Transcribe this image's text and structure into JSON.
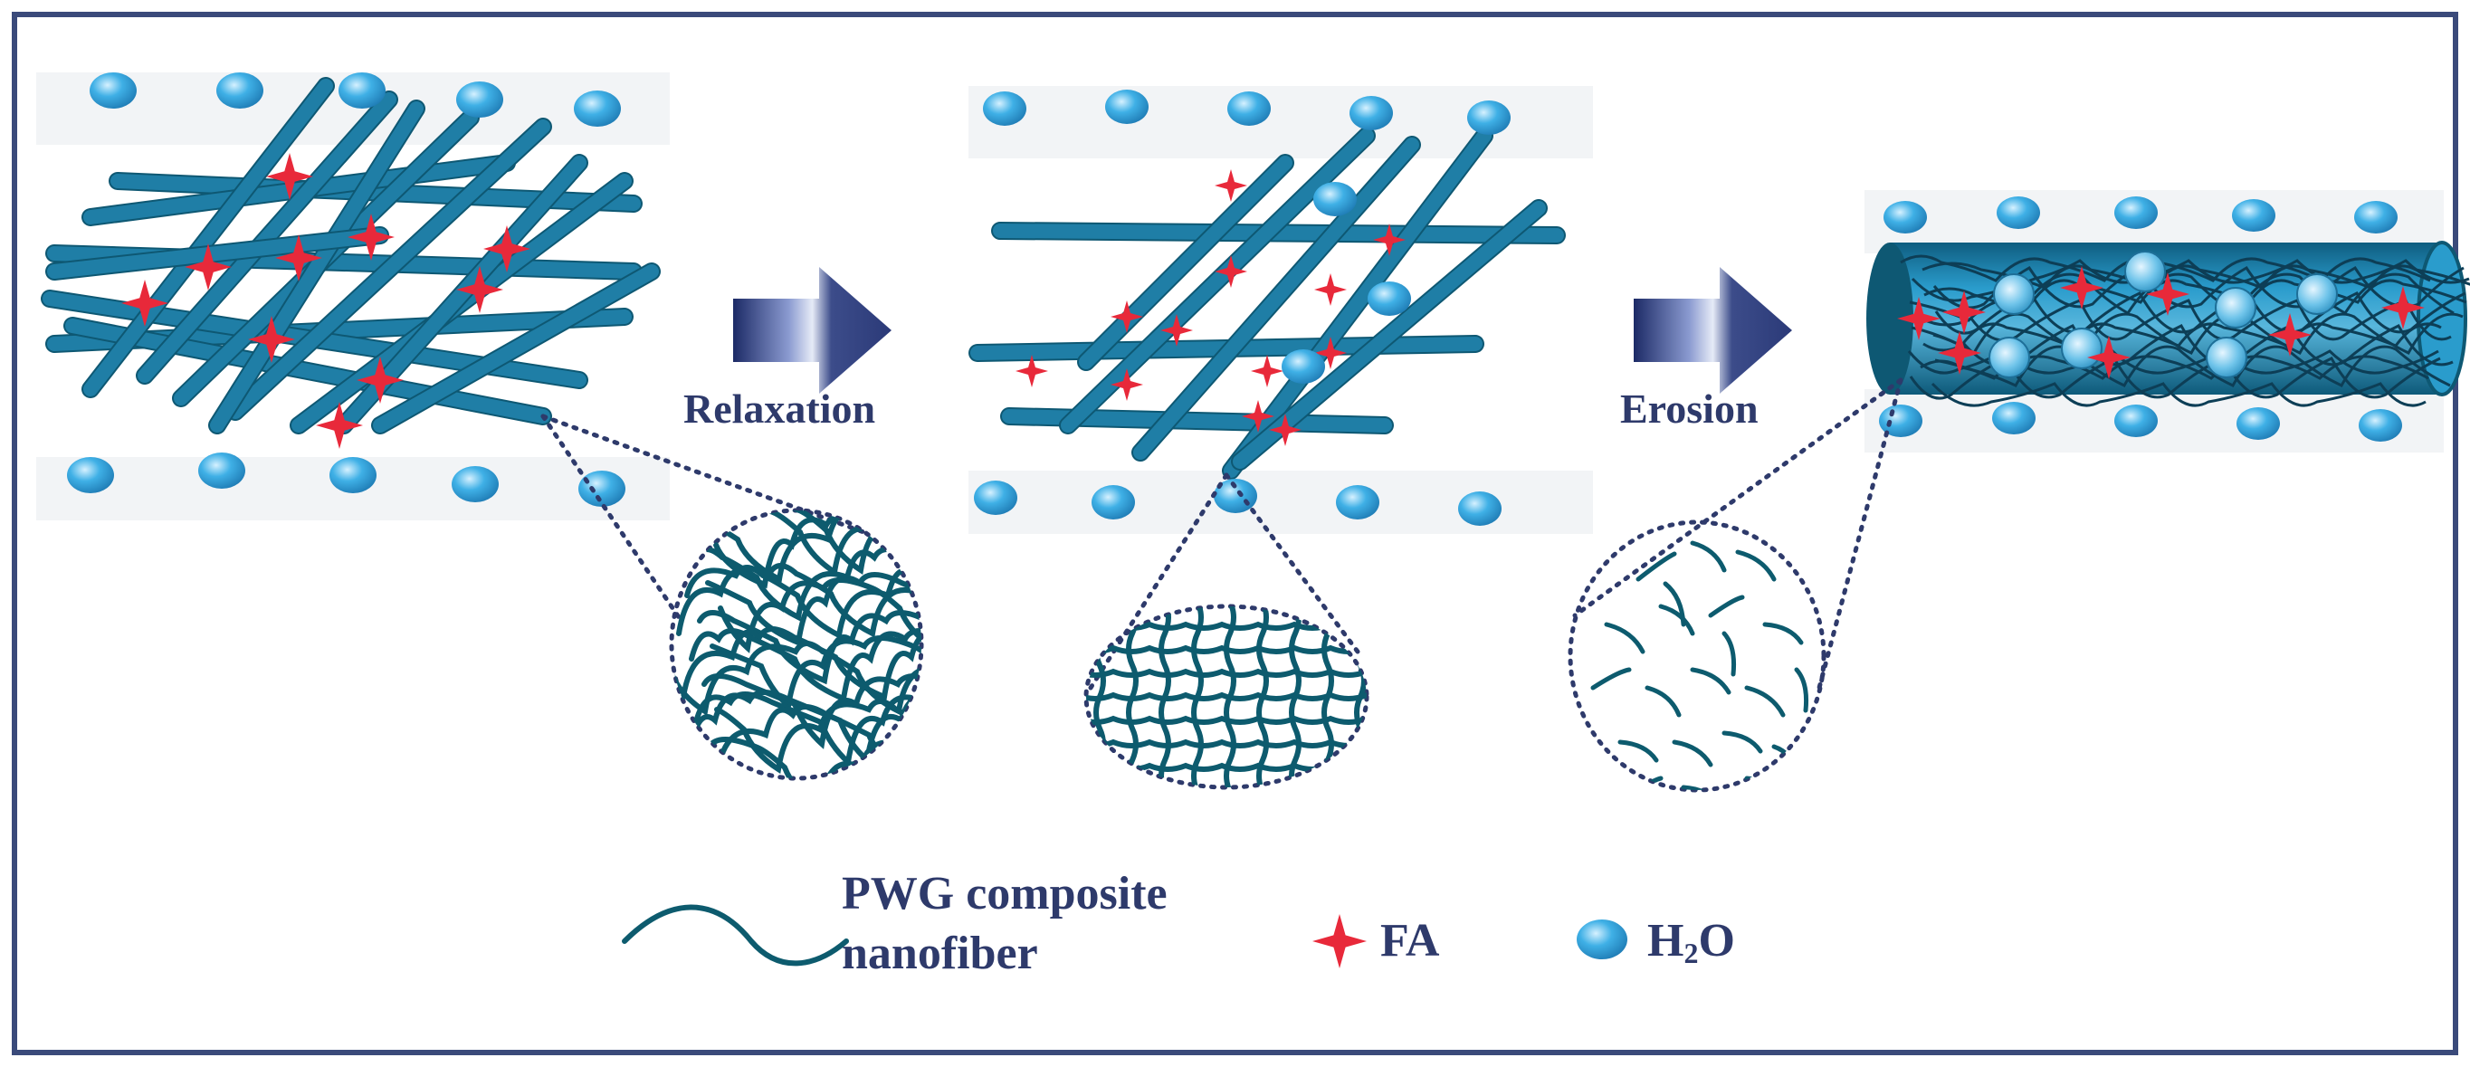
{
  "steps": [
    {
      "label": "Relaxation"
    },
    {
      "label": "Erosion"
    }
  ],
  "legend": {
    "fiber_label_line1": "PWG composite",
    "fiber_label_line2": "nanofiber",
    "fa_label": "FA",
    "water_label_main": "H",
    "water_label_sub": "2",
    "water_label_end": "O"
  },
  "colors": {
    "fiber": "#1f7ea6",
    "fiber_dark": "#0e5873",
    "chain": "#0d5b6e",
    "fa_star": "#e8293a",
    "water": "#2f9fd8",
    "arrow": "#2b3a78",
    "frame": "#3a4a7a"
  },
  "icons": [
    "fa-star-icon",
    "water-droplet-icon",
    "process-arrow-icon",
    "fiber-wave-icon"
  ]
}
